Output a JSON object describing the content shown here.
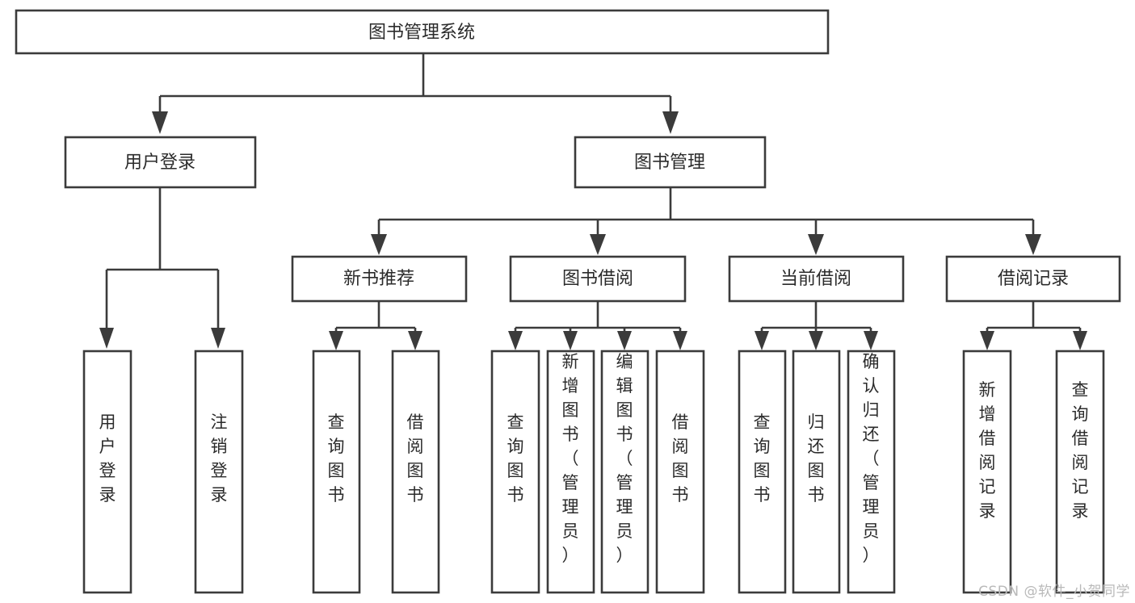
{
  "diagram": {
    "title_node": {
      "label": "图书管理系统"
    },
    "level2": [
      {
        "id": "user-login",
        "label": "用户登录"
      },
      {
        "id": "book-management",
        "label": "图书管理"
      }
    ],
    "level3": [
      {
        "id": "new-book-recommend",
        "label": "新书推荐"
      },
      {
        "id": "book-borrow",
        "label": "图书借阅"
      },
      {
        "id": "current-borrow",
        "label": "当前借阅"
      },
      {
        "id": "borrow-record",
        "label": "借阅记录"
      }
    ],
    "leaves": {
      "user-login": [
        {
          "id": "leaf-user-login",
          "label": "用户登录"
        },
        {
          "id": "leaf-logout-login",
          "label": "注销登录"
        }
      ],
      "new-book-recommend": [
        {
          "id": "leaf-query-book-1",
          "label": "查询图书"
        },
        {
          "id": "leaf-borrow-book-1",
          "label": "借阅图书"
        }
      ],
      "book-borrow": [
        {
          "id": "leaf-query-book-2",
          "label": "查询图书"
        },
        {
          "id": "leaf-add-book",
          "label": "新增图书（管理员）"
        },
        {
          "id": "leaf-edit-book",
          "label": "编辑图书（管理员）"
        },
        {
          "id": "leaf-borrow-book-2",
          "label": "借阅图书"
        }
      ],
      "current-borrow": [
        {
          "id": "leaf-query-book-3",
          "label": "查询图书"
        },
        {
          "id": "leaf-return-book",
          "label": "归还图书"
        },
        {
          "id": "leaf-confirm-return",
          "label": "确认归还（管理员）"
        }
      ],
      "borrow-record": [
        {
          "id": "leaf-add-record",
          "label": "新增借阅记录"
        },
        {
          "id": "leaf-query-record",
          "label": "查询借阅记录"
        }
      ]
    }
  },
  "watermark": {
    "text": "CSDN @软件_小贺同学"
  },
  "colors": {
    "box_stroke": "#3b3b3b",
    "box_fill": "#ffffff",
    "text": "#2b2b2b",
    "watermark": "#b9b9b9",
    "background": "#ffffff"
  }
}
